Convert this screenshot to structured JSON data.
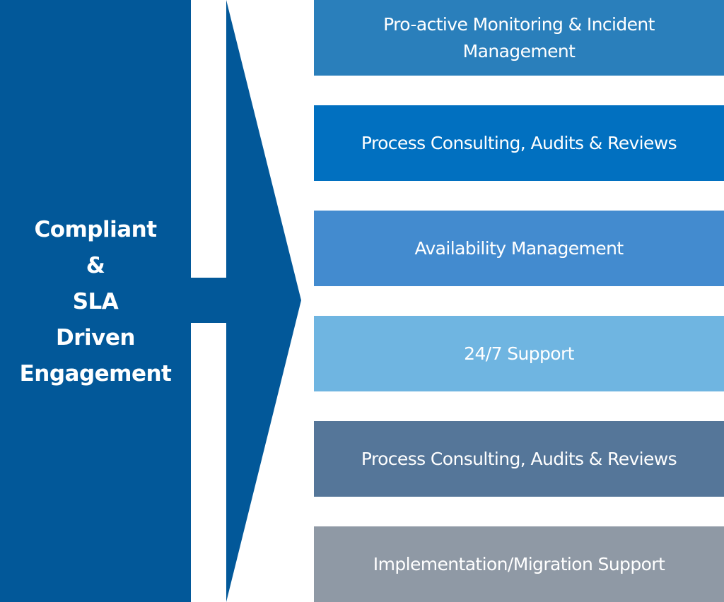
{
  "diagram": {
    "left_label_lines": [
      "Compliant",
      "&",
      "SLA",
      "Driven",
      "Engagement"
    ],
    "colors": {
      "primary": "#025899",
      "background": "#ffffff",
      "text": "#ffffff"
    },
    "items": [
      {
        "label": "Pro-active Monitoring & Incident Management",
        "color": "#2a7fbb"
      },
      {
        "label": "Process Consulting, Audits & Reviews",
        "color": "#0170c0"
      },
      {
        "label": "Availability Management",
        "color": "#438bcf"
      },
      {
        "label": "24/7 Support",
        "color": "#6fb5e1"
      },
      {
        "label": "Process Consulting, Audits & Reviews",
        "color": "#557699"
      },
      {
        "label": "Implementation/Migration Support",
        "color": "#8f99a5"
      }
    ]
  }
}
